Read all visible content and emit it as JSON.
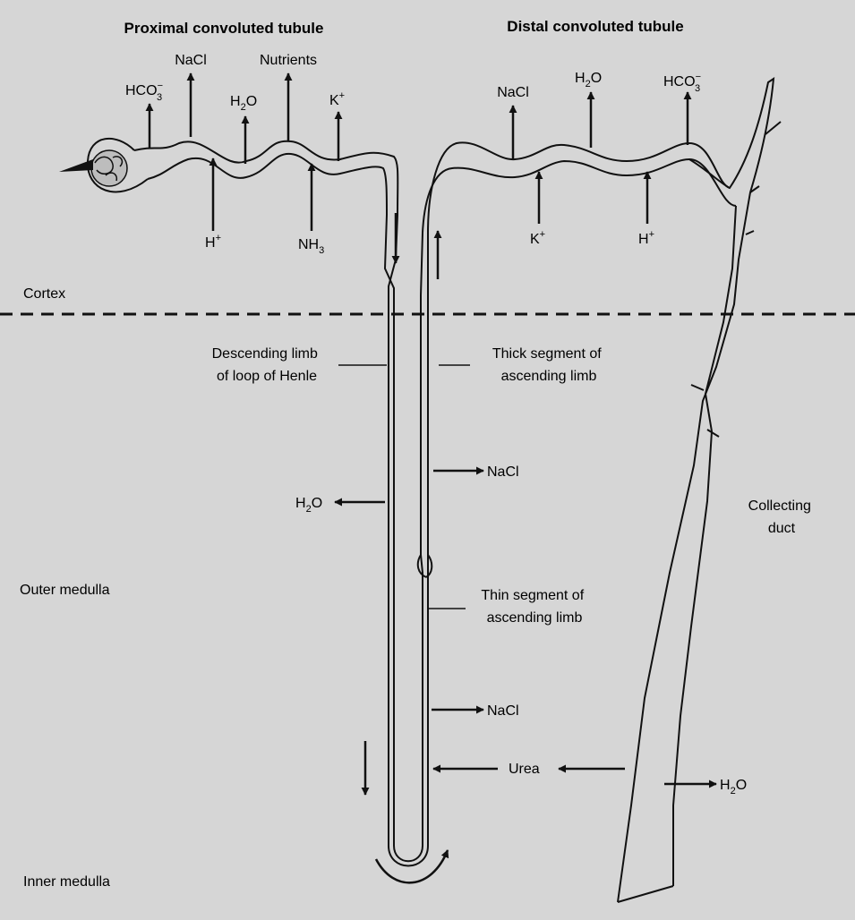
{
  "titles": {
    "proximal": "Proximal convoluted tubule",
    "distal": "Distal convoluted tubule"
  },
  "zones": {
    "cortex": "Cortex",
    "outer_medulla": "Outer medulla",
    "inner_medulla": "Inner medulla"
  },
  "segments": {
    "descending_line1": "Descending limb",
    "descending_line2": "of loop of Henle",
    "thick_line1": "Thick segment of",
    "thick_line2": "ascending limb",
    "thin_line1": "Thin segment of",
    "thin_line2": "ascending limb",
    "collecting_line1": "Collecting",
    "collecting_line2": "duct"
  },
  "proximal_out": {
    "hco3_base": "HCO",
    "hco3_sub": "3",
    "hco3_sup": "−",
    "nacl": "NaCl",
    "nutrients": "Nutrients",
    "h2o_a": "H",
    "h2o_sub": "2",
    "h2o_b": "O",
    "k_base": "K",
    "k_sup": "+"
  },
  "proximal_in": {
    "h_base": "H",
    "h_sup": "+",
    "nh3_base": "NH",
    "nh3_sub": "3"
  },
  "distal_out": {
    "nacl": "NaCl",
    "h2o_a": "H",
    "h2o_sub": "2",
    "h2o_b": "O",
    "hco3_base": "HCO",
    "hco3_sub": "3",
    "hco3_sup": "−"
  },
  "distal_in": {
    "k_base": "K",
    "k_sup": "+",
    "h_base": "H",
    "h_sup": "+"
  },
  "loop": {
    "h2o_a": "H",
    "h2o_sub": "2",
    "h2o_b": "O",
    "nacl_thick": "NaCl",
    "nacl_thin": "NaCl",
    "urea": "Urea"
  },
  "collecting": {
    "h2o_a": "H",
    "h2o_sub": "2",
    "h2o_b": "O"
  },
  "colors": {
    "background": "#d6d6d6",
    "ink": "#111111",
    "tubule_fill": "#e4e4e4"
  }
}
